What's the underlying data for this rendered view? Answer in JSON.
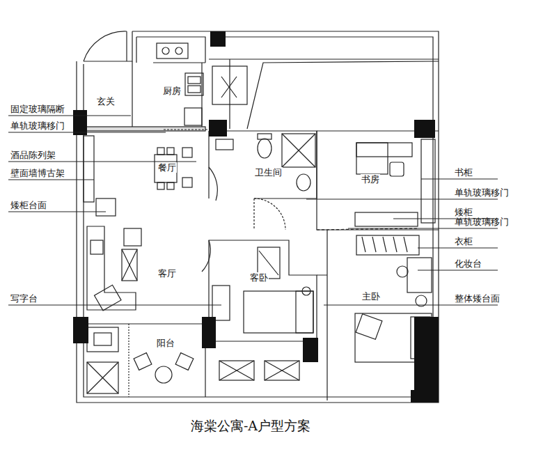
{
  "diagram": {
    "caption": "海棠公寓-A户型方案",
    "labels": [
      "玄关",
      "厨房",
      "固定玻璃隔断",
      "单轨玻璃移门",
      "酒品陈列架",
      "餐厅",
      "壁面墙博古架",
      "卫生间",
      "书房",
      "书柜",
      "单轨玻璃移门",
      "矮柜",
      "单轨玻璃移门",
      "矮柜台面",
      "衣柜",
      "客厅",
      "化妆台",
      "客卧",
      "主卧",
      "写字台",
      "整体矮台面",
      "阳台"
    ]
  }
}
